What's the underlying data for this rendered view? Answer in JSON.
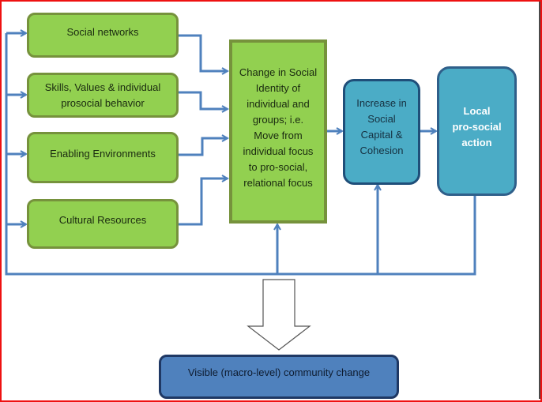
{
  "diagram": {
    "inputs": [
      {
        "label": "Social networks"
      },
      {
        "label": "Skills, Values & individual\nprosocial behavior"
      },
      {
        "label": "Enabling Environments"
      },
      {
        "label": "Cultural Resources"
      }
    ],
    "central": {
      "label": "Change in Social\nIdentity of\nindividual and\ngroups; i.e.\nMove from\nindividual focus\nto pro-social,\nrelational focus"
    },
    "capital": {
      "label": "Increase in\nSocial\nCapital &\nCohesion"
    },
    "action": {
      "label": "Local\npro-social\naction"
    },
    "outcome": {
      "label": "Visible (macro-level) community change"
    },
    "colors": {
      "green_fill": "#92d050",
      "green_border": "#76923c",
      "teal_fill": "#4bacc6",
      "blue_fill": "#4f81bd",
      "connector": "#4f81bd",
      "frame": "#ee1111"
    }
  }
}
